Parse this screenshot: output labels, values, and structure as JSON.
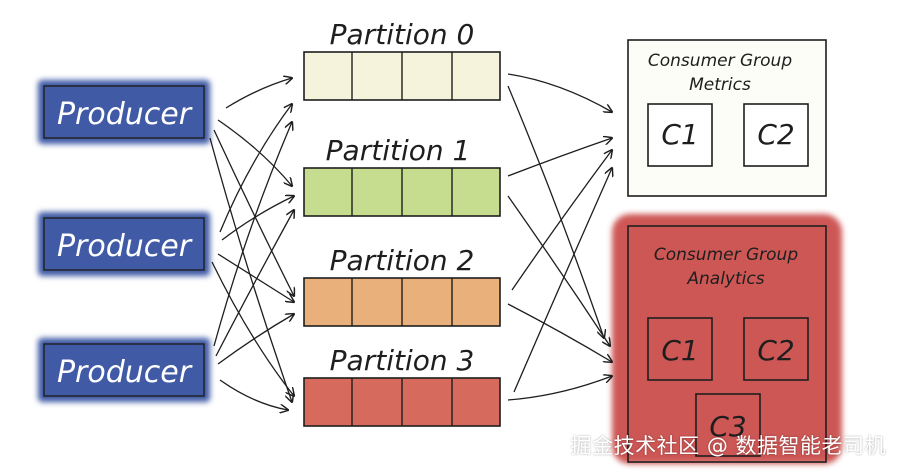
{
  "producers": [
    {
      "label": "Producer"
    },
    {
      "label": "Producer"
    },
    {
      "label": "Producer"
    }
  ],
  "partitions": [
    {
      "label": "Partition 0",
      "fill": "#f6f3dc"
    },
    {
      "label": "Partition 1",
      "fill": "#c6dc8e"
    },
    {
      "label": "Partition 2",
      "fill": "#e9b07c"
    },
    {
      "label": "Partition 3",
      "fill": "#d66a5d"
    }
  ],
  "consumer_groups": [
    {
      "title_line1": "Consumer Group",
      "title_line2": "Metrics",
      "consumers": [
        "C1",
        "C2"
      ]
    },
    {
      "title_line1": "Consumer Group",
      "title_line2": "Analytics",
      "consumers": [
        "C1",
        "C2",
        "C3"
      ]
    }
  ],
  "watermark": "掘金技术社区 @ 数据智能老司机",
  "colors": {
    "producer_fill": "#3f5aa6",
    "producer_text": "#ffffff",
    "analytics_fill": "#c94a46",
    "ink": "#1e1e1e"
  }
}
